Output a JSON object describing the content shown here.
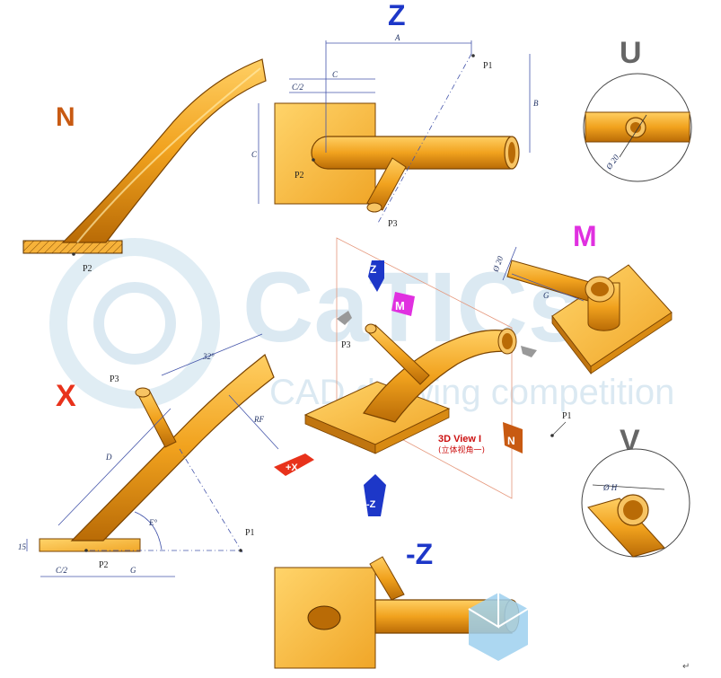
{
  "views": {
    "z": "Z",
    "n": "N",
    "u": "U",
    "m": "M",
    "x": "X",
    "v": "V",
    "neg_z": "-Z"
  },
  "points": {
    "p1": "P1",
    "p2": "P2",
    "p3": "P3"
  },
  "dims": {
    "a": "A",
    "b": "B",
    "c": "C",
    "c_half": "C/2",
    "d": "D",
    "e": "E°",
    "g": "G",
    "rf": "RF",
    "h": "Ø H",
    "d20": "Ø 20",
    "thk15": "15",
    "angle32": "32°"
  },
  "center": {
    "title": "3D View I",
    "subtitle": "(立体视角一)"
  },
  "arrows": {
    "z": "Z",
    "m": "M",
    "x": "+X",
    "neg_z": "-Z",
    "n": "N"
  },
  "watermark": {
    "brand": "CaTICs",
    "sub": "CAD drawing competition"
  },
  "footer": {
    "mark": "↵"
  },
  "colors": {
    "pipe": "#f1a21e",
    "plate": "#f7bd45",
    "z_blue": "#1d37c8",
    "n_orange": "#c85a12",
    "m_magenta": "#e030e0",
    "x_red": "#e8321b",
    "u_grey": "#666666"
  }
}
